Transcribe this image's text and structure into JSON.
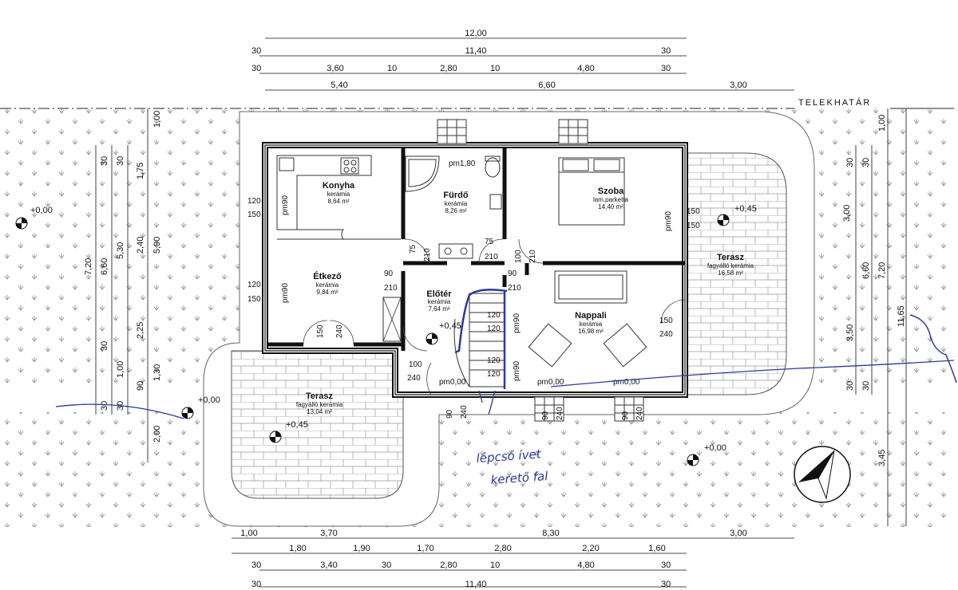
{
  "property_line_label": "TELEKHATÁR",
  "top_dimensions": {
    "row1": [
      "12,00"
    ],
    "row2": [
      "30",
      "11,40",
      "30"
    ],
    "row3": [
      "30",
      "3,60",
      "10",
      "2,80",
      "10",
      "4,80",
      "30"
    ],
    "row4": [
      "5,40",
      "6,60",
      "3,00"
    ]
  },
  "bottom_dimensions": {
    "row1": [
      "1,00",
      "3,70",
      "8,30",
      "3,00"
    ],
    "row2": [
      "1,80",
      "1,90",
      "1,70",
      "2,80",
      "2,20",
      "1,60"
    ],
    "row3": [
      "30",
      "3,40",
      "30",
      "2,80",
      "10",
      "4,80",
      "30"
    ],
    "row4": [
      "30",
      "11,40",
      "30"
    ]
  },
  "left_dimensions": [
    "1,00",
    "30",
    "30",
    "1,75",
    "7,20",
    "6,60",
    "5,30",
    "2,40",
    "5,90",
    "2,25",
    "1,00",
    "30",
    "1,30",
    "30",
    "30",
    "90",
    "2,00"
  ],
  "right_dimensions": [
    "1,00",
    "30",
    "30",
    "3,00",
    "7,20",
    "6,60",
    "11,65",
    "3,50",
    "30",
    "30",
    "3,45"
  ],
  "rooms": [
    {
      "name": "Konyha",
      "finish": "kerámia",
      "area": "8,64 m²"
    },
    {
      "name": "Fürdő",
      "finish": "kerámia",
      "area": "8,26 m²"
    },
    {
      "name": "Szoba",
      "finish": "lam.parketta",
      "area": "14,40 m²"
    },
    {
      "name": "Étkező",
      "finish": "kerámia",
      "area": "9,84 m²"
    },
    {
      "name": "Előtér",
      "finish": "kerámia",
      "area": "7,64 m²"
    },
    {
      "name": "Nappali",
      "finish": "kerámia",
      "area": "16,98 m²"
    },
    {
      "name": "Terasz",
      "finish": "fagyálló kerámia",
      "area": "16,58 m²"
    },
    {
      "name": "Terasz",
      "finish": "fagyálló kerámia",
      "area": "13,04 m²"
    }
  ],
  "levels": {
    "outside_left": "+0,00",
    "outside_entry": "+0,00",
    "outside_right": "+0,00",
    "terrace_right": "+0,45",
    "terrace_left": "+0,45",
    "hall": "+0,45"
  },
  "openings": {
    "kitchen_win_h": "120",
    "kitchen_win_w": "150",
    "kitchen_pm": "pm90",
    "dining_win_h": "120",
    "dining_win_w": "150",
    "dining_pm": "pm90",
    "dining_bottom_w": "150",
    "dining_bottom_h": "240",
    "bath_corner": "pm1,80",
    "bath_door_w": "75",
    "bath_door_h": "210",
    "bath_door2_w": "75",
    "bath_door2_h": "210",
    "hall_door_w": "90",
    "hall_door_h": "210",
    "hall_door2_w": "90",
    "hall_door2_h": "210",
    "hall_door3_w": "100",
    "hall_door3_h": "210",
    "bedroom_win_pm": "pm90",
    "bedroom_win_h": "150",
    "bedroom_win_w": "150",
    "stair1_a": "120",
    "stair1_b": "120",
    "stair1_pm": "pm90",
    "stair2_a": "120",
    "stair2_b": "120",
    "stair2_pm": "pm90",
    "entry_w": "100",
    "entry_h": "240",
    "entry_pm": "pm0,00",
    "bottom_door_w": "90",
    "bottom_door_h": "240",
    "living_door_w": "150",
    "living_door_h": "240",
    "living_pm1": "pm0,00",
    "living_pm2": "pm0,00",
    "living_win1_w": "90",
    "living_win1_h": "240",
    "living_win2_w": "90",
    "living_win2_h": "240"
  },
  "handwritten_note": [
    "lépcső ívet",
    "kerető fal"
  ]
}
